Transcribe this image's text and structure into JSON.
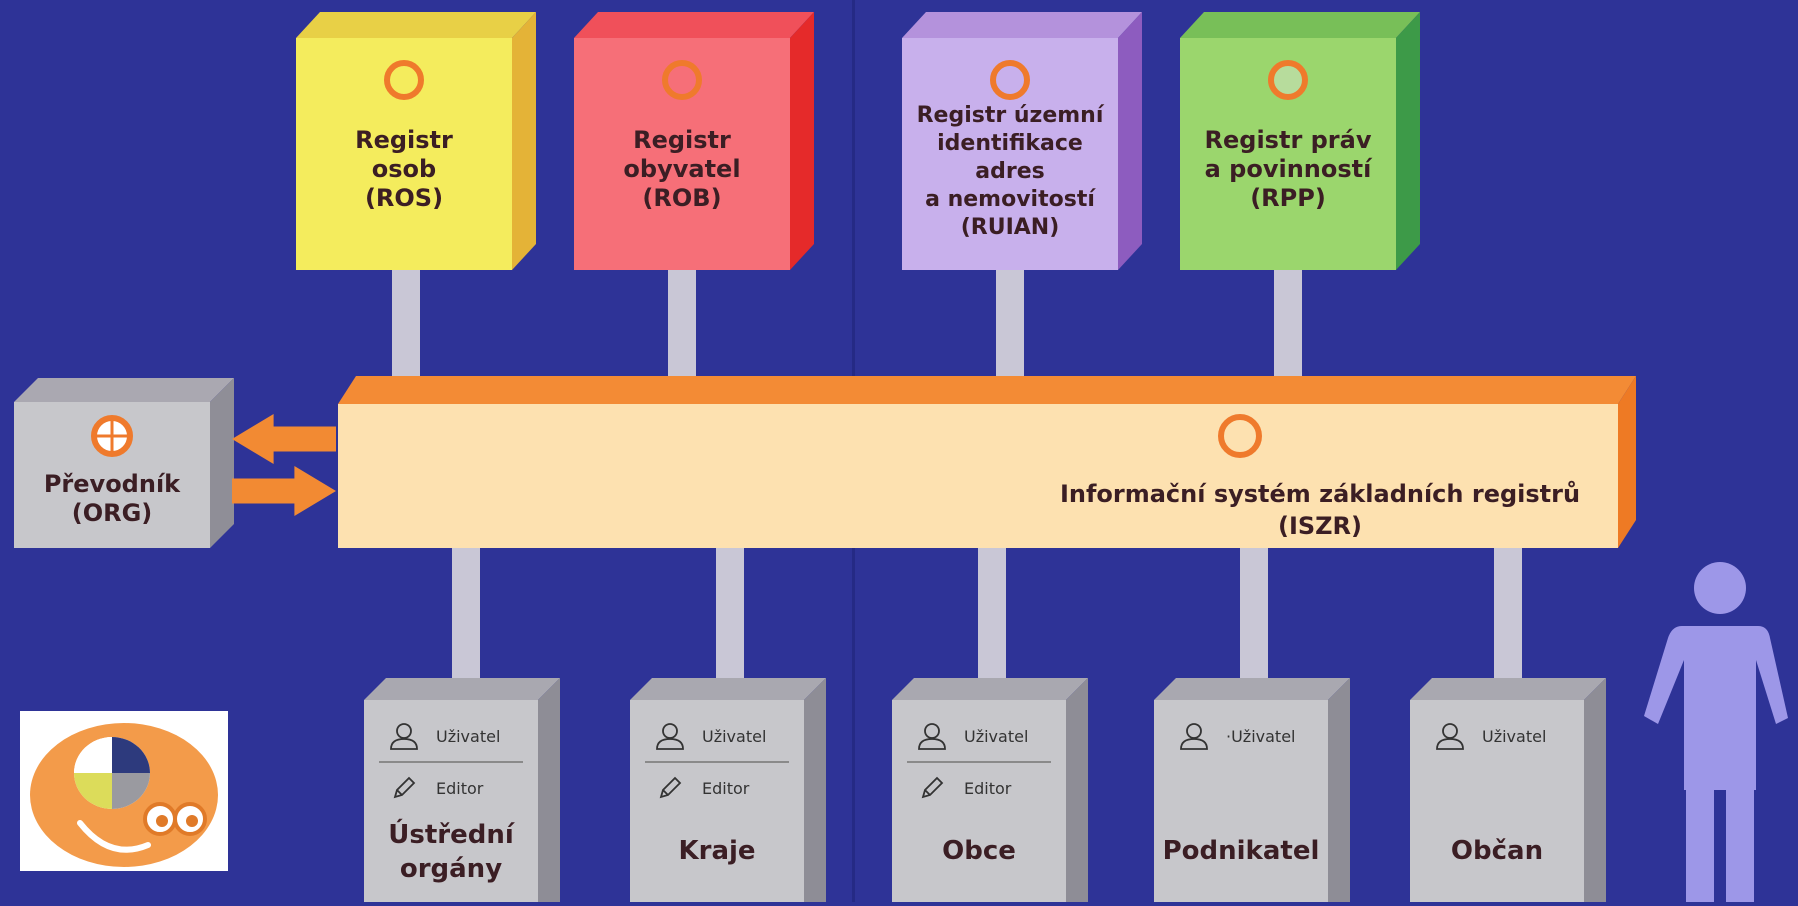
{
  "colors": {
    "background": "#2e3397",
    "ring": "#ef7a2c",
    "bar_front": "#fde1b0",
    "bar_top": "#f38b35",
    "arrow": "#f28a33",
    "ros": "#f4ec5d",
    "rob": "#f66f78",
    "ruian": "#c8b0ec",
    "rpp": "#9bd66d",
    "gray_box": "#c7c7cb",
    "person": "#9d97e8"
  },
  "registries": [
    {
      "label": "Registr\nosob\n(ROS)",
      "icon": "circle-icon"
    },
    {
      "label": "Registr\nobyvatel\n(ROB)",
      "icon": "circle-icon"
    },
    {
      "label": "Registr územní\nidentifikace\nadres\na nemovitostí\n(RUIAN)",
      "icon": "circle-icon"
    },
    {
      "label": "Registr práv\na povinností\n(RPP)",
      "icon": "circle-icon"
    }
  ],
  "converter": {
    "label": "Převodník\n(ORG)",
    "icon": "crosshair-circle-icon"
  },
  "iszr": {
    "label": "Informační systém základních registrů\n(ISZR)",
    "icon": "circle-icon"
  },
  "consumers": [
    {
      "label": "Ústřední\norgány",
      "user": "Uživatel",
      "editor": "Editor"
    },
    {
      "label": "Kraje",
      "user": "Uživatel",
      "editor": "Editor"
    },
    {
      "label": "Obce",
      "user": "Uživatel",
      "editor": "Editor"
    },
    {
      "label": "Podnikatel",
      "user": "·Uživatel"
    },
    {
      "label": "Občan",
      "user": "Uživatel"
    }
  ],
  "icons": [
    "user-icon",
    "pencil-icon",
    "person-icon",
    "mascot-logo-icon"
  ]
}
